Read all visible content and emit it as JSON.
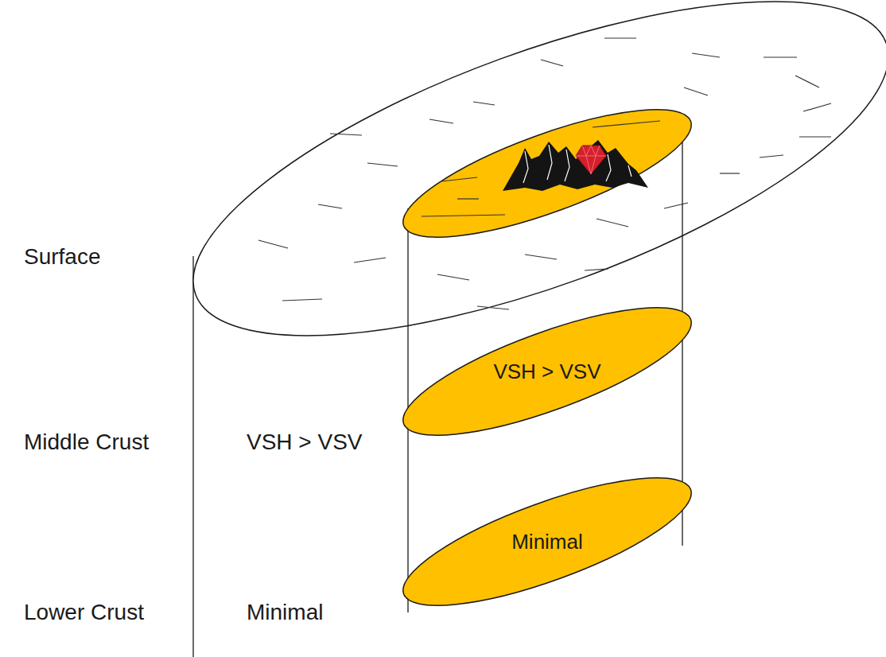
{
  "diagram": {
    "nodes": [
      {
        "text": [
          "VSH > VSV"
        ]
      },
      {
        "text": [
          "Minimal"
        ]
      }
    ],
    "labels": [
      "Surface",
      "Middle Crust",
      "VSH > VSV",
      "Lower Crust",
      "Minimal"
    ]
  }
}
